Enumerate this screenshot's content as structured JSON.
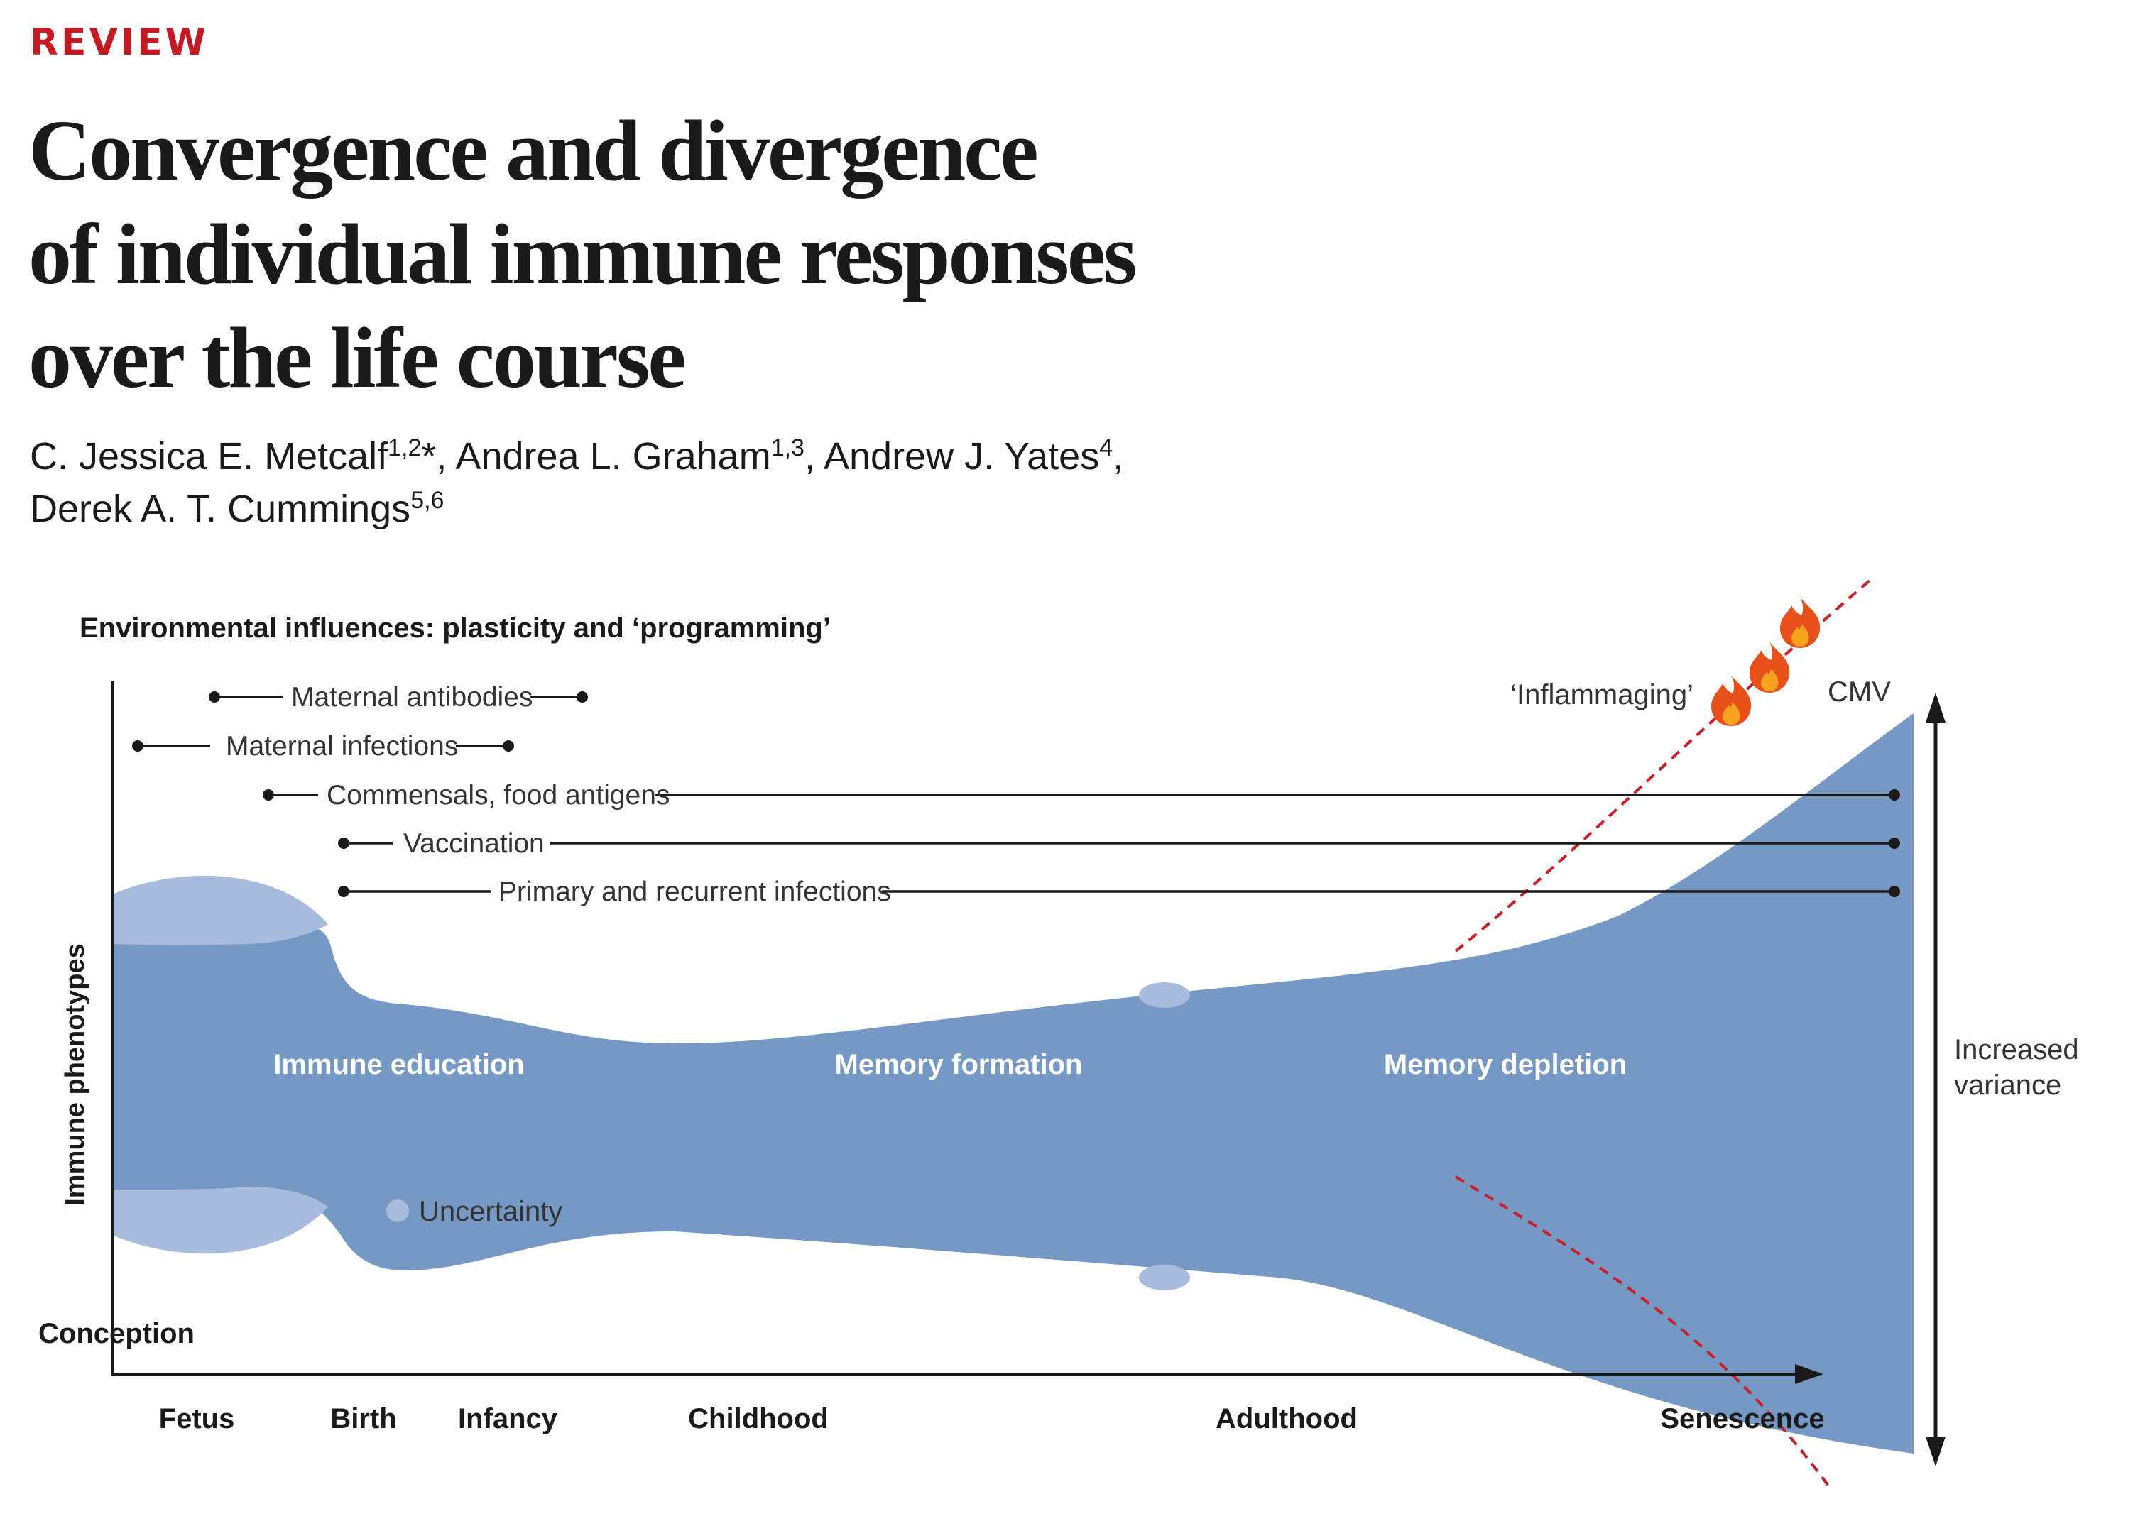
{
  "header": {
    "section_label": "REVIEW"
  },
  "title": {
    "lines": [
      "Convergence and divergence",
      "of individual immune responses",
      "over the life course"
    ]
  },
  "authors": {
    "a1": {
      "name": "C. Jessica E. Metcalf",
      "sup": "1,2",
      "mark": "*"
    },
    "a2": {
      "name": "Andrea L. Graham",
      "sup": "1,3"
    },
    "a3": {
      "name": "Andrew J. Yates",
      "sup": "4"
    },
    "a4": {
      "name": "Derek A. T. Cummings",
      "sup": "5,6"
    },
    "separator": ", "
  },
  "figure": {
    "env_title": "Environmental influences: plasticity and ‘programming’",
    "influences": [
      {
        "label": "Maternal antibodies"
      },
      {
        "label": "Maternal infections"
      },
      {
        "label": "Commensals, food antigens"
      },
      {
        "label": "Vaccination"
      },
      {
        "label": "Primary and recurrent infections"
      }
    ],
    "y_axis_label": "Immune phenotypes",
    "origin_label": "Conception",
    "stages": [
      {
        "label": "Fetus"
      },
      {
        "label": "Birth"
      },
      {
        "label": "Infancy"
      },
      {
        "label": "Childhood"
      },
      {
        "label": "Adulthood"
      },
      {
        "label": "Senescence"
      }
    ],
    "phases": {
      "education": "Immune education",
      "formation": "Memory formation",
      "depletion": "Memory depletion"
    },
    "legend": {
      "uncertainty": "Uncertainty"
    },
    "annotations": {
      "inflammaging": "‘Inflammaging’",
      "cmv": "CMV",
      "variance_line1": "Increased",
      "variance_line2": "variance"
    },
    "colors": {
      "band": "#7698c4",
      "uncertainty": "#a8bbdc",
      "axis": "#1a1a1a",
      "dashed": "#c8202a",
      "flame_outer": "#e8501a",
      "flame_inner": "#f7a21c",
      "accent": "#c41a23"
    }
  }
}
